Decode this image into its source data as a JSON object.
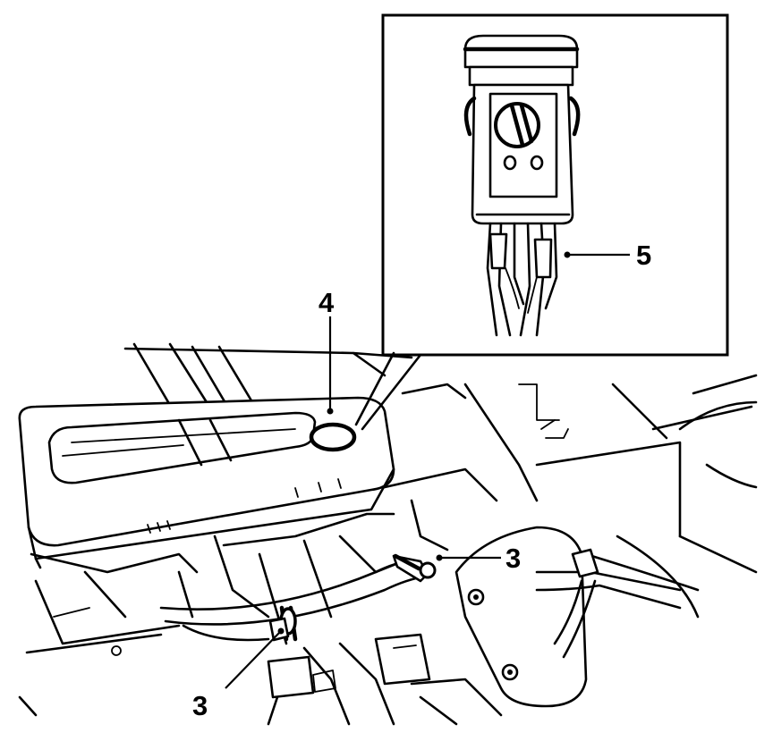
{
  "callouts": {
    "lower_left": "3",
    "lower_right": "3",
    "bulb_ring": "4",
    "bulb_socket": "5"
  },
  "colors": {
    "line": "#000000",
    "background": "#ffffff"
  }
}
